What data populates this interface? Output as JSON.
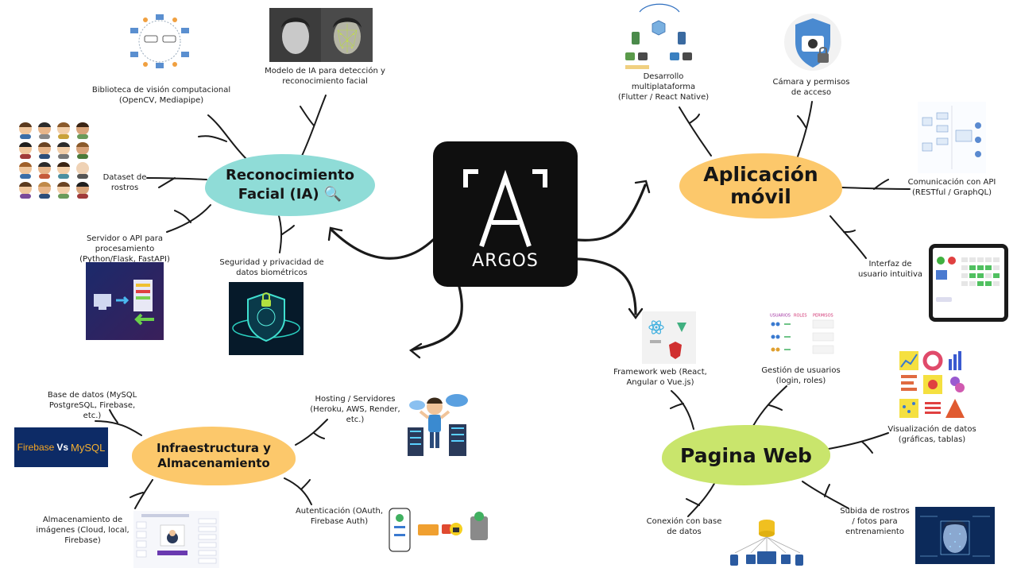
{
  "center": {
    "name": "ARGOS"
  },
  "branches": {
    "facial": {
      "title_line1": "Reconocimiento",
      "title_line2": "Facial (IA) 🔍",
      "color": "#8fdcd7",
      "subtopics": {
        "biblioteca": [
          "Biblioteca de visión computacional",
          "(OpenCV, Mediapipe)"
        ],
        "modelo": [
          "Modelo de IA para detección y",
          "reconocimiento facial"
        ],
        "dataset": [
          "Dataset de",
          "rostros"
        ],
        "servidor": [
          "Servidor o API para",
          "procesamiento",
          "(Python/Flask, FastAPI)"
        ],
        "seguridad": [
          "Seguridad y privacidad de",
          "datos biométricos"
        ]
      }
    },
    "movil": {
      "title_line1": "Aplicación",
      "title_line2": "móvil",
      "color": "#fcc86b",
      "subtopics": {
        "desarrollo": [
          "Desarrollo",
          "multiplataforma",
          "(Flutter / React Native)"
        ],
        "camara": [
          "Cámara y permisos",
          "de acceso"
        ],
        "api": [
          "Comunicación con API",
          "(RESTful / GraphQL)"
        ],
        "interfaz": [
          "Interfaz de",
          "usuario intuitiva"
        ]
      }
    },
    "web": {
      "title": "Pagina Web",
      "color": "#c9e56c",
      "subtopics": {
        "framework": [
          "Framework web (React,",
          "Angular o Vue.js)"
        ],
        "gestion": [
          "Gestión de usuarios",
          "(login, roles)"
        ],
        "visualizacion": [
          "Visualización de datos",
          "(gráficas, tablas)"
        ],
        "conexion": [
          "Conexión con base",
          "de datos"
        ],
        "subida": [
          "Subida de rostros",
          "/ fotos para",
          "entrenamiento"
        ]
      }
    },
    "infra": {
      "title_line1": "Infraestructura y",
      "title_line2": "Almacenamiento",
      "color": "#fcc86b",
      "subtopics": {
        "basedatos": [
          "Base de datos (MySQL",
          "PostgreSQL, Firebase,",
          "etc.)"
        ],
        "hosting": [
          "Hosting / Servidores",
          "(Heroku, AWS, Render,",
          "etc.)"
        ],
        "almacenamiento": [
          "Almacenamiento de",
          "imágenes (Cloud, local,",
          "Firebase)"
        ],
        "autenticacion": [
          "Autenticación (OAuth,",
          "Firebase Auth)"
        ]
      }
    }
  },
  "image_text": {
    "firebase": "Firebase",
    "vs": "Vs",
    "mysql": "MySQL",
    "usuarios": "USUARIOS",
    "roles": "ROLES",
    "permisos": "PERMISOS"
  },
  "colors": {
    "logo_bg": "#0f0f0f",
    "line": "#1a1a1a"
  }
}
